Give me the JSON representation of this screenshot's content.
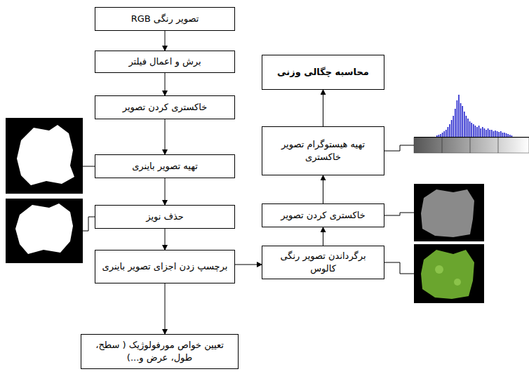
{
  "diagram": {
    "nodes": [
      {
        "text": [
          "تصویر رنگی RGB"
        ]
      },
      {
        "text": [
          "برش و اعمال فیلتر"
        ]
      },
      {
        "text": [
          "خاکستری کردن تصویر"
        ]
      },
      {
        "text": [
          "تهیه تصویر باینری"
        ]
      },
      {
        "text": [
          "حذف نویز"
        ]
      },
      {
        "text": [
          "برچسپ زدن اجزای تصویر باینری"
        ]
      },
      {
        "text": [
          "تعیین خواص مورفولوژیک ( سطح، طول، عرض و...)"
        ]
      },
      {
        "text": [
          "برگرداندن تصویر رنگی کالوس"
        ]
      },
      {
        "text": [
          "خاکستری کردن تصویر"
        ]
      },
      {
        "text": [
          "تهیه هیستوگرام تصویر خاکستری"
        ]
      },
      {
        "text": [
          "محاسبه چگالی وزنی"
        ]
      }
    ],
    "edges": [
      {
        "from": 0,
        "to": 1,
        "arrow": "to"
      },
      {
        "from": 1,
        "to": 2,
        "arrow": "to"
      },
      {
        "from": 2,
        "to": 3,
        "arrow": "to"
      },
      {
        "from": 3,
        "to": 4,
        "arrow": "to"
      },
      {
        "from": 4,
        "to": 5,
        "arrow": "to"
      },
      {
        "from": 5,
        "to": 6,
        "arrow": "to"
      },
      {
        "from": 5,
        "to": 7,
        "arrow": "to"
      },
      {
        "from": 7,
        "to": 8,
        "arrow": "to"
      },
      {
        "from": 8,
        "to": 9,
        "arrow": "to"
      },
      {
        "from": 9,
        "to": 10,
        "arrow": "to"
      }
    ]
  }
}
